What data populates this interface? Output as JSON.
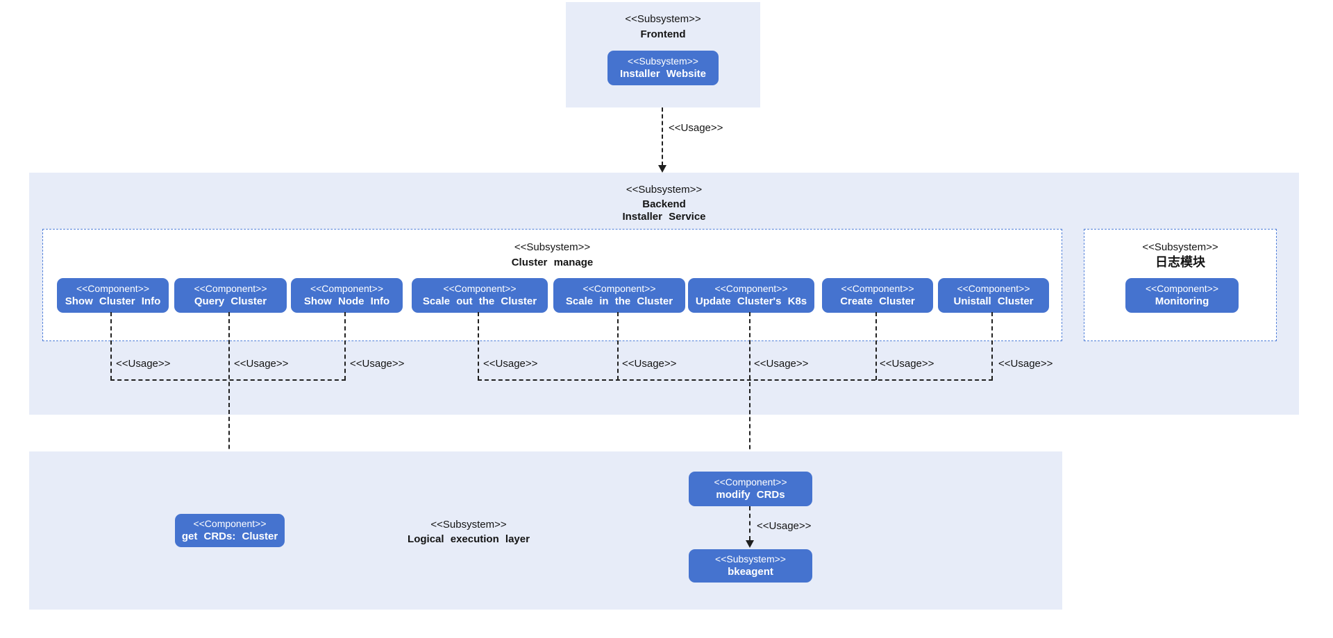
{
  "frontend": {
    "stereotype": "<<Subsystem>>",
    "title": "Frontend",
    "node": {
      "stereotype": "<<Subsystem>>",
      "name": "Installer Website"
    }
  },
  "connector_frontend_backend": {
    "label": "<<Usage>>"
  },
  "backend": {
    "stereotype": "<<Subsystem>>",
    "title_line1": "Backend",
    "title_line2": "Installer Service",
    "cluster_manage": {
      "stereotype": "<<Subsystem>>",
      "title": "Cluster manage",
      "components": [
        {
          "stereotype": "<<Component>>",
          "name": "Show Cluster Info"
        },
        {
          "stereotype": "<<Component>>",
          "name": "Query Cluster"
        },
        {
          "stereotype": "<<Component>>",
          "name": "Show Node Info"
        },
        {
          "stereotype": "<<Component>>",
          "name": "Scale out the Cluster"
        },
        {
          "stereotype": "<<Component>>",
          "name": "Scale in the Cluster"
        },
        {
          "stereotype": "<<Component>>",
          "name": "Update Cluster's K8s"
        },
        {
          "stereotype": "<<Component>>",
          "name": "Create Cluster"
        },
        {
          "stereotype": "<<Component>>",
          "name": "Unistall Cluster"
        }
      ]
    },
    "log_module": {
      "stereotype": "<<Subsystem>>",
      "title": "日志模块",
      "component": {
        "stereotype": "<<Component>>",
        "name": "Monitoring"
      }
    }
  },
  "usage_labels": [
    "<<Usage>>",
    "<<Usage>>",
    "<<Usage>>",
    "<<Usage>>",
    "<<Usage>>",
    "<<Usage>>",
    "<<Usage>>",
    "<<Usage>>"
  ],
  "logical_layer": {
    "stereotype": "<<Subsystem>>",
    "title": "Logical execution layer",
    "get_crds": {
      "stereotype": "<<Component>>",
      "name": "get CRDs: Cluster"
    },
    "modify_crds": {
      "stereotype": "<<Component>>",
      "name": "modify CRDs"
    },
    "bkeagent": {
      "stereotype": "<<Subsystem>>",
      "name": "bkeagent"
    },
    "usage_label": "<<Usage>>"
  },
  "colors": {
    "node_fill": "#4573cf",
    "container_fill": "#e7ecf8",
    "dashed_border": "#4f7ed9",
    "connector": "#1f1f1f",
    "node_text": "#ffffff",
    "text": "#141414"
  }
}
